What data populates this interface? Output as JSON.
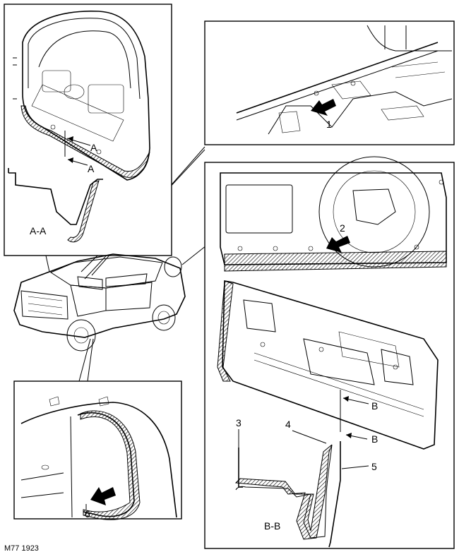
{
  "labels": {
    "section_aa": "A-A",
    "section_bb": "B-B",
    "mark_a": "A",
    "mark_b": "B",
    "callout_1": "1",
    "callout_2": "2",
    "callout_3": "3",
    "callout_4": "4",
    "callout_5": "5",
    "callout_6": "6",
    "figure_code": "M77 1923"
  },
  "icons": [
    "hatch-pattern",
    "location-arrow",
    "section-arrow"
  ]
}
